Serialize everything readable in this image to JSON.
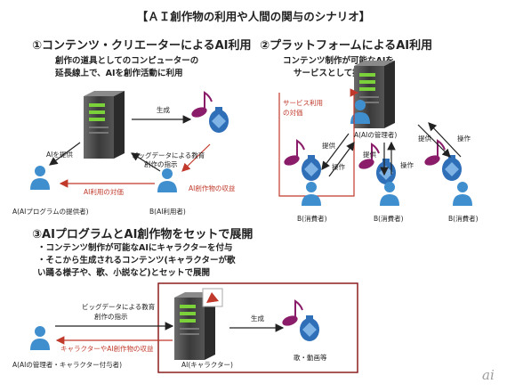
{
  "title": "【ＡＩ創作物の利用や人間の関与のシナリオ】",
  "s1": {
    "heading": "①コンテンツ・クリエーターによるAI利用",
    "desc1": "創作の道具としてのコンピューターの",
    "desc2": "延長線上で、AIを創作活動に利用",
    "arrow_generate": "生成",
    "arrow_provide_ai": "AIを提供",
    "bigdata1": "ビッグデータによる教育",
    "bigdata2": "創作の指示",
    "fee": "AI利用の対価",
    "revenue": "AI創作物の収益",
    "person_a": "A(AIプログラムの提供者)",
    "person_b": "B(AI利用者)"
  },
  "s2": {
    "heading": "②プラットフォームによるAI利用",
    "desc1": "コンテンツ制作が可能なAIを",
    "desc2": "サービスとして提供",
    "service1": "サービス利用",
    "service2": "の対価",
    "admin": "A(AIの管理者)",
    "provide": "提供",
    "operate": "操作",
    "consumer": "B(消費者)"
  },
  "s3": {
    "heading": "③AIプログラムとAI創作物をセットで展開",
    "bullet1": "・コンテンツ制作が可能なAIにキャラクターを付与",
    "bullet2": "・そこから生成されるコンテンツ(キャラクターが歌",
    "bullet3": "い踊る様子や、歌、小説など)とセットで展開",
    "bigdata1": "ビッグデータによる教育",
    "bigdata2": "創作の指示",
    "revenue": "キャラクターやAI創作物の収益",
    "generate": "生成",
    "person_a": "A(AIの管理者・キャラクター付与者)",
    "server": "AI(キャラクター)",
    "output": "歌・動画等"
  },
  "watermark": "ai",
  "colors": {
    "server": "#4a4a4a",
    "led": "#7bd13a",
    "person": "#3f8fcf",
    "red": "#c0392b",
    "note": "#8a1c6a",
    "bottle": "#2f6fb8"
  }
}
